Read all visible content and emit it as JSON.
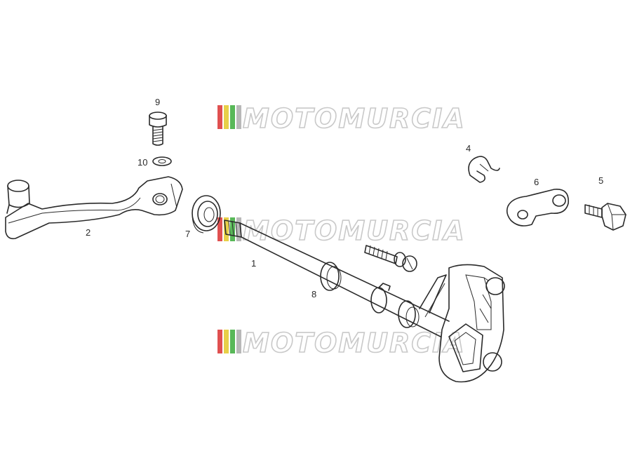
{
  "watermark": {
    "text": "MOTOMURCIA",
    "colors": [
      "#e05050",
      "#e8d048",
      "#58b858",
      "#b8b8b8"
    ]
  },
  "labels": {
    "p1": "1",
    "p2": "2",
    "p4": "4",
    "p5": "5",
    "p6": "6",
    "p7": "7",
    "p8": "8",
    "p9": "9",
    "p10": "10"
  },
  "colors": {
    "line": "#2a2a2a",
    "watermark": "#c9c9c9"
  }
}
